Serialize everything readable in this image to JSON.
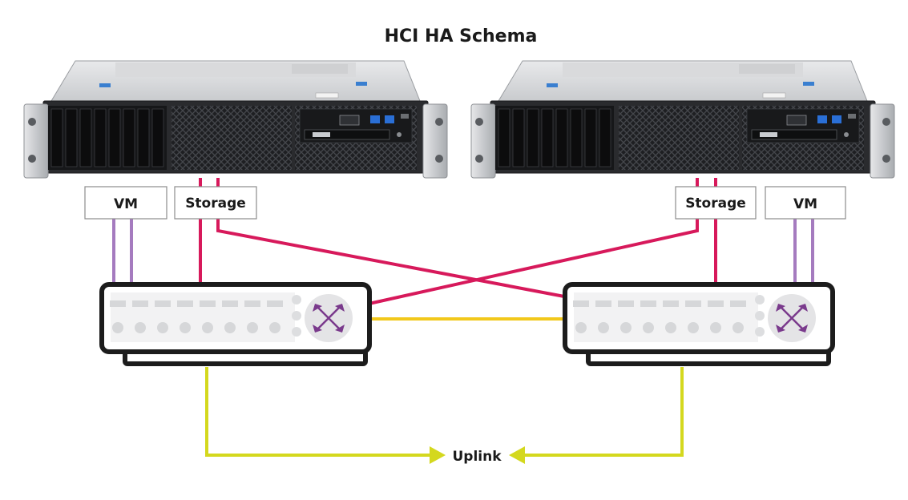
{
  "title": "HCI HA Schema",
  "labels": {
    "server1_vm": "VM",
    "server1_storage": "Storage",
    "server2_storage": "Storage",
    "server2_vm": "VM",
    "uplink": "Uplink"
  },
  "colors": {
    "vm_link": "#a57bbf",
    "storage_link": "#d7195b",
    "interswitch_link": "#f2c81a",
    "uplink": "#d4d81e",
    "switch_outline": "#1c1c1c",
    "switch_icon": "#7a3a8c"
  },
  "icons": {
    "server": "rack-server-icon",
    "switch": "network-switch-icon",
    "arrow": "arrowhead-icon"
  }
}
